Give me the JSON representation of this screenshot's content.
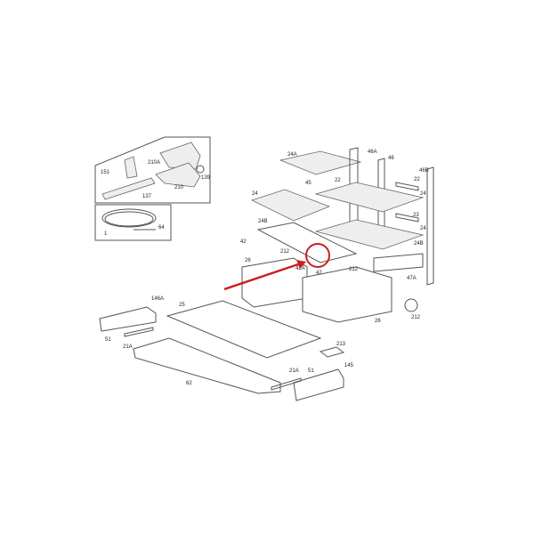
{
  "diagram": {
    "title_hidden": null,
    "highlight_color": "#cc1f1f",
    "callouts": {
      "c151": "151",
      "c210A": "210A",
      "c210": "210",
      "c139": "139",
      "c137": "137",
      "c1": "1",
      "c64": "64",
      "c24A": "24A",
      "c46A": "46A",
      "c46": "46",
      "c46B": "46B",
      "c45": "45",
      "c22a": "22",
      "c22b": "22",
      "c24a": "24",
      "c24b": "24",
      "c24c": "24",
      "c23": "23",
      "c24Ba": "24B",
      "c24Bb": "24B",
      "c42a": "42",
      "c42b": "42",
      "c212a": "212",
      "c212b": "212",
      "c212c": "212",
      "c42A": "42A",
      "c26a": "26",
      "c26b": "26",
      "c47A": "47A",
      "c146A": "146A",
      "c25": "25",
      "c51a": "51",
      "c51b": "51",
      "c21Aa": "21A",
      "c21Ab": "21A",
      "c213": "213",
      "c145": "145",
      "c62": "62"
    }
  }
}
